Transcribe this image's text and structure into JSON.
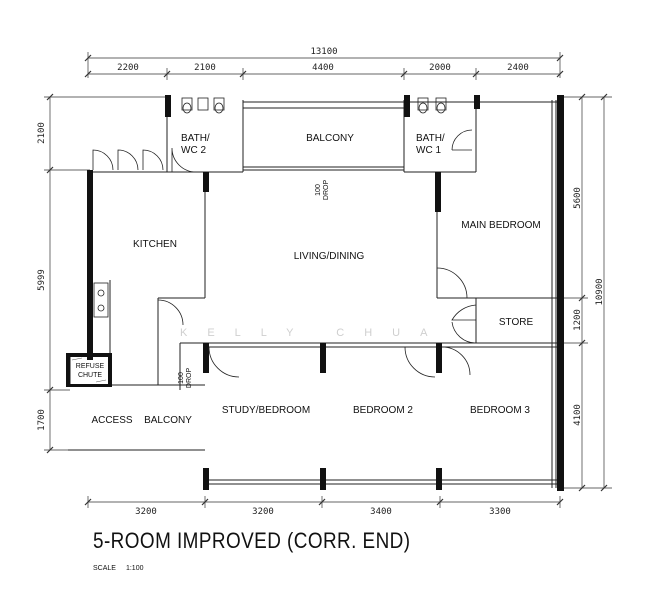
{
  "dimensions": {
    "overall_width": "13100",
    "overall_depth": "10900",
    "top": [
      "2200",
      "2100",
      "4400",
      "2000",
      "2400"
    ],
    "bottom": [
      "3200",
      "3200",
      "3400",
      "3300"
    ],
    "left": [
      "2100",
      "5999",
      "1700"
    ],
    "right": [
      "5600",
      "1200",
      "4100"
    ]
  },
  "rooms": {
    "bath_wc_2": [
      "BATH/",
      "WC 2"
    ],
    "balcony": "BALCONY",
    "bath_wc_1": [
      "BATH/",
      "WC 1"
    ],
    "kitchen": "KITCHEN",
    "living_dining": "LIVING/DINING",
    "main_bedroom": "MAIN BEDROOM",
    "store": "STORE",
    "refuse_chute": [
      "REFUSE",
      "CHUTE"
    ],
    "study_bedroom": "STUDY/BEDROOM",
    "bedroom_2": "BEDROOM 2",
    "bedroom_3": "BEDROOM 3",
    "access_balcony": [
      "ACCESS",
      "BALCONY"
    ]
  },
  "drops": {
    "top": [
      "100",
      "DROP"
    ],
    "bottom": [
      "100",
      "DROP"
    ]
  },
  "watermark": "KELLY CHUA",
  "plan_title": "5-ROOM IMPROVED (CORR. END)",
  "scale": {
    "label": "SCALE",
    "value": "1:100"
  }
}
